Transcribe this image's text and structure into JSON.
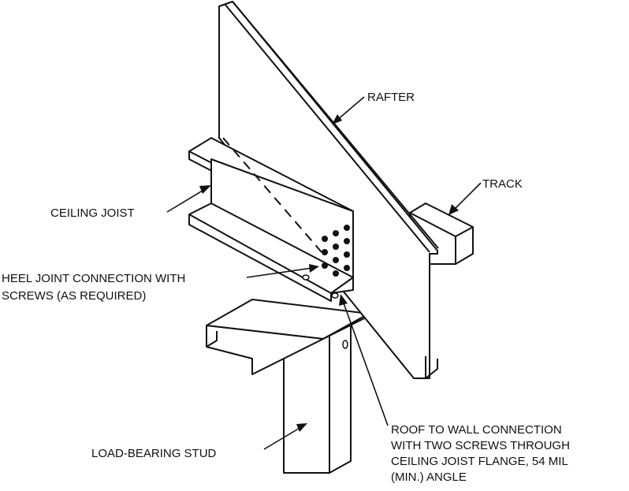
{
  "diagram": {
    "labels": {
      "rafter": "RAFTER",
      "track": "TRACK",
      "ceiling_joist": "CEILING JOIST",
      "heel_joint_line1": "HEEL JOINT CONNECTION WITH",
      "heel_joint_line2": "SCREWS (AS REQUIRED)",
      "roof_to_wall_line1": "ROOF TO WALL CONNECTION",
      "roof_to_wall_line2": "WITH TWO SCREWS THROUGH",
      "roof_to_wall_line3": "CEILING JOIST FLANGE, 54 MIL",
      "roof_to_wall_line4": "(MIN.) ANGLE",
      "load_bearing_stud": "LOAD-BEARING STUD"
    },
    "colors": {
      "line": "#111111",
      "background": "#ffffff"
    }
  }
}
